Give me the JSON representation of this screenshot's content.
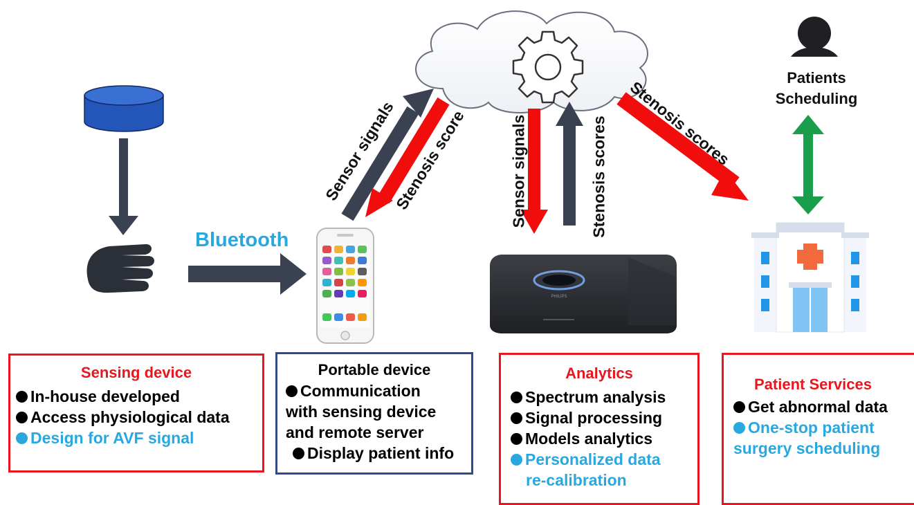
{
  "labels": {
    "bluetooth": "Bluetooth",
    "sensor_signals_up": "Sensor signals",
    "stenosis_score_down": "Stenosis score",
    "sensor_signals_server": "Sensor signals",
    "stenosis_scores_server": "Stenosis scores",
    "stenosis_scores_hospital": "Stenosis scores",
    "patients_scheduling": [
      "Patients",
      "Scheduling"
    ],
    "server_brand": "PHILIPS"
  },
  "boxes": {
    "sensing": {
      "title": "Sensing device",
      "items": [
        "In-house developed",
        "Access physiological data"
      ],
      "accent_items": [
        "Design for AVF signal"
      ]
    },
    "portable": {
      "title": "Portable device",
      "lines": [
        "Communication",
        "with sensing device",
        "and remote server",
        "Display patient info"
      ]
    },
    "analytics": {
      "title": "Analytics",
      "items": [
        "Spectrum analysis",
        "Signal processing",
        "Models analytics"
      ],
      "accent_lines": [
        "Personalized data",
        "re-calibration"
      ]
    },
    "services": {
      "title": "Patient Services",
      "items": [
        "Get abnormal data"
      ],
      "accent_lines": [
        "One-stop  patient",
        "surgery scheduling"
      ]
    }
  },
  "colors": {
    "red": "#e8161e",
    "navy": "#2e4a8f",
    "accent": "#29a8e0",
    "arrow_dark": "#3a4150",
    "arrow_red": "#f20d0d",
    "arrow_green": "#1a9e4b",
    "sensor_blue": "#2356b8"
  },
  "icons": [
    "database-icon",
    "hand-icon",
    "smartphone-icon",
    "cloud-icon",
    "gear-icon",
    "server-icon",
    "hospital-icon",
    "person-icon"
  ]
}
